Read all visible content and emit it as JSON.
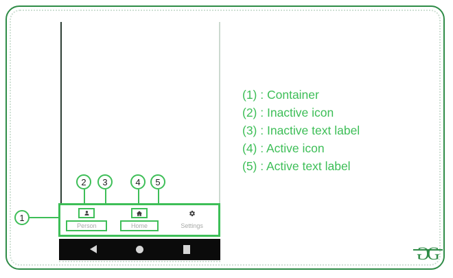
{
  "legend": {
    "items": [
      "(1) : Container",
      "(2) : Inactive icon",
      "(3) : Inactive text label",
      "(4) : Active icon",
      "(5) : Active text label"
    ]
  },
  "callouts": {
    "labels": [
      "1",
      "2",
      "3",
      "4",
      "5"
    ]
  },
  "bottom_nav": {
    "items": [
      {
        "label": "Person",
        "icon": "person-icon",
        "state": "inactive"
      },
      {
        "label": "Home",
        "icon": "home-icon",
        "state": "active"
      },
      {
        "label": "Settings",
        "icon": "settings-icon",
        "state": "inactive"
      }
    ]
  },
  "android_nav": {
    "icons": [
      "back-icon",
      "home-icon",
      "recents-icon"
    ]
  },
  "logo": {
    "g1": "G",
    "g2": "G"
  },
  "colors": {
    "accent_green": "#3DBE57",
    "brand_green": "#2E8B46",
    "inactive_label": "#a7a9a7",
    "system_bar": "#0b0b0b"
  }
}
